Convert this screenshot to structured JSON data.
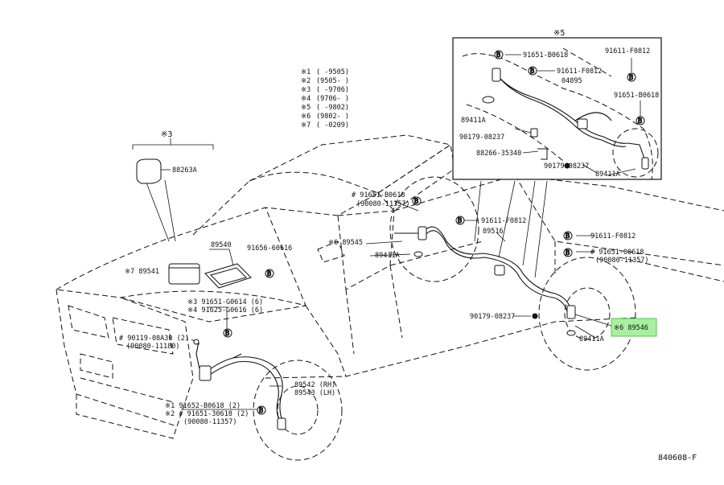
{
  "figure_code": "840608-F",
  "notes": [
    {
      "mark": "※1",
      "range": "(      -9505)"
    },
    {
      "mark": "※2",
      "range": "(9505-      )"
    },
    {
      "mark": "※3",
      "range": "(      -9706)"
    },
    {
      "mark": "※4",
      "range": "(9706-      )"
    },
    {
      "mark": "※5",
      "range": "(      -9802)"
    },
    {
      "mark": "※6",
      "range": "(9802-      )"
    },
    {
      "mark": "※7",
      "range": "(      -0209)"
    }
  ],
  "callouts": {
    "note3_header": "※3",
    "note5_header": "※5",
    "p88263A": "88263A",
    "p89540": "89540",
    "p91656_60616": "91656-60616",
    "p89541": "※7 89541",
    "p91651_G0614": "※3 91651-G0614 (6)",
    "p91625_G0616": "※4 91625-G0616 (6)",
    "p90119_08A30": "# 90119-08A30 (2)",
    "p90080_11180": "(90080-11180)",
    "p91652_B0618": "※1   91652-B0618 (2)",
    "p91651_30618": "※2 # 91651-30618 (2)",
    "p90080_11357_front": "(90080-11357)",
    "p89542": "89542 (RH)",
    "p89543": "89543 (LH)",
    "p91651_B0618_mid": "# 91651-B0618",
    "p90080_11357_mid": "(90080-11357)",
    "p91611_F0812_mid": "91611-F0812",
    "p89545": "※6 89545",
    "p89516": "89516",
    "p89411A_mid": "89411A",
    "p90179_08237_mid": "90179-08237",
    "p91611_F0812_rear": "91611-F0812",
    "p91651_00618_rear": "# 91651-00618",
    "p90080_11357_rear": "(90080-11357)",
    "p89546": "※6 89546",
    "p89411A_rear": "89411A",
    "inset_91651_B0618": "91651-B0618",
    "inset_91611_F0812_a": "91611-F0812",
    "inset_91611_F0812_b": "91611-F0812",
    "inset_04895": "04895",
    "inset_91651_B0618_b": "91651-B0618",
    "inset_89411A_a": "89411A",
    "inset_90179_08237_a": "90179-08237",
    "inset_88266_35340": "88266-35340",
    "inset_90179_08237_b": "90179-08237",
    "inset_89411A_b": "89411A",
    "bolt_symbol": "B"
  },
  "colors": {
    "line": "#111111",
    "highlight": "#a8f0a0",
    "highlight_border": "#59c454"
  }
}
